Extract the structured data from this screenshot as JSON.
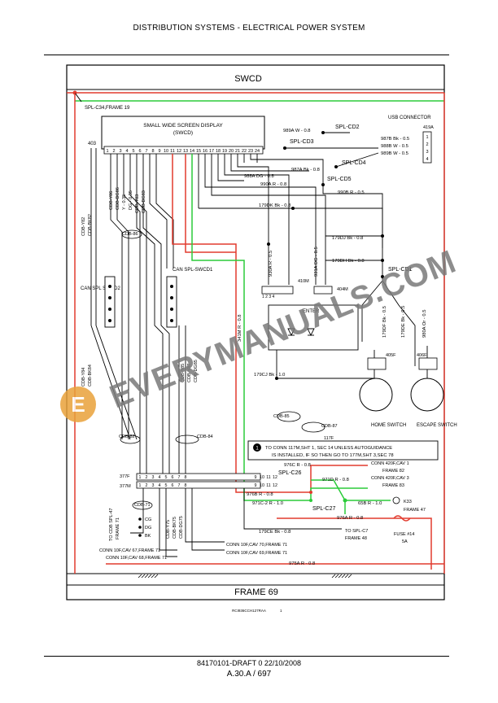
{
  "header": {
    "title": "DISTRIBUTION SYSTEMS - ELECTRICAL POWER SYSTEM"
  },
  "diagram": {
    "top_block": "SWCD",
    "bottom_block": "FRAME 69",
    "display_title": "SMALL WIDE SCREEN DISPLAY",
    "display_sub": "(SWCD)",
    "connector_403": "403",
    "spl_c34": "SPL-C34,FRAME 19",
    "spl_cd2": "SPL-CD2",
    "spl_cd3": "SPL-CD3",
    "spl_cd4": "SPL-CD4",
    "spl_cd5": "SPL-CD5",
    "spl_cd1": "SPL-CD1",
    "spl_c26": "SPL-C26",
    "spl_c27": "SPL-C27",
    "usb_connector": "USB CONNECTOR",
    "usb_id": "419A",
    "usb_pins": [
      "1",
      "2",
      "3",
      "4"
    ],
    "wire_989a": "989A  W - 0.8",
    "wire_987a": "987A  Bk - 0.8",
    "wire_987b": "987B  Bk - 0.5",
    "wire_988b": "988B  W - 0.5",
    "wire_989b": "989B  W - 0.5",
    "wire_988a": "988A  DG - 0.8",
    "wire_990a": "990A  R - 0.8",
    "wire_990b": "990B  R - 0.5",
    "wire_179dk": "179DK  Bk - 0.8",
    "wire_179dj": "179DJ  Bk - 0.8",
    "wire_179dh": "179DH  Bk - 0.8",
    "wire_179cj": "179CJ  Bk - 1.0",
    "wire_930a": "930A  R - 0.5",
    "wire_931a": "931A  DG - 0.5",
    "wire_179df": "179DF  Bk - 0.5",
    "wire_179de": "179DE  Bk - 0.5",
    "wire_980a": "980A  Or - 0.5",
    "wire_341m": "341M  R - 0.8",
    "wire_976c": "976C  R - 0.8",
    "wire_971d": "971D  R - 0.8",
    "wire_976b": "976B  R - 0.8",
    "wire_971c2": "971C-2  R - 1.0",
    "wire_65b": "65B  R - 1.0",
    "wire_976a": "976A  R - 0.8",
    "wire_179ce": "179CE  Bk - 0.8",
    "wire_975a": "975A  R - 0.8",
    "conn_410m": "410M",
    "conn_404m": "404M",
    "conn_405f": "405F",
    "conn_406f": "406F",
    "conn_117f": "117F",
    "conn_377f": "377F",
    "conn_377m": "377M",
    "home_switch": "HOME SWITCH",
    "escape_switch": "ESCAPE SWITCH",
    "enter": "ENTER",
    "can_spl_swcd1": "CAN SPL-SWCD1",
    "can_spl_swcd2": "CAN SPL SWCD2",
    "cdb_86": "CDB-86",
    "cdb_85": "CDB-85",
    "cdb_87": "CDB-87",
    "cdb_82": "CDB-82",
    "cdb_84": "CDB-84",
    "cdb_71": "CDB-71",
    "note_number": "1",
    "note_line1": "TO CONN 117M,SHT 1, SEC 14 UNLESS AUTOGUIDANCE",
    "note_line2": "IS INSTALLED, IF SO THEN GO TO 177M,SHT 3,SEC 78",
    "conn_420f_cav1": "CONN 420F,CAV 1",
    "frame_82": "FRAME 82",
    "conn_420f_cav3": "CONN 420F,CAV 3",
    "frame_83": "FRAME 83",
    "k33": "K33",
    "frame_47": "FRAME 47",
    "to_spl_c7": "TO SPL-C7",
    "frame_48": "FRAME 48",
    "fuse": "FUSE #14",
    "fuse_rating": "5A",
    "to_cdb_spl47": "TO CDB SPL-47",
    "frame_71_a": "FRAME 71",
    "conn_10f_cav67": "CONN 10F,CAV 67,FRAME 71",
    "conn_10f_cav68": "CONN 10F,CAV 68,FRAME 71",
    "conn_10f_cav70": "CONN 10F,CAV 70,FRAME 71",
    "conn_10f_cav69": "CONN 10F,CAV 69,FRAME 71",
    "code_ref": "RCI936CCH127RAA",
    "code_ref_page": "1",
    "watermark": "EVERYMANUALS.COM",
    "watermark_e": "E",
    "display_pins": [
      "1",
      "2",
      "3",
      "4",
      "5",
      "6",
      "7",
      "8",
      "9",
      "10",
      "11",
      "12",
      "13",
      "14",
      "15",
      "16",
      "17",
      "18",
      "19",
      "20",
      "21",
      "22",
      "23",
      "24"
    ],
    "bottom_pins": [
      "1",
      "2",
      "3",
      "4",
      "5",
      "6",
      "7",
      "8",
      "9",
      "10",
      "11",
      "12"
    ],
    "vert_labels": [
      "CDB-Y86",
      "CDB-DG86",
      "Y - 0.35",
      "DG - 0.35",
      "CDB-Y83",
      "CDB-DG83",
      "CDB-Y82",
      "CDB-BK82",
      "CDB-Y84",
      "CDB-BK84",
      "CDB-Y85",
      "CDB-Y87",
      "CDB-DG85",
      "CDB-Y75",
      "CDB-BK75",
      "CDB-DG75"
    ],
    "pin_labels_side": [
      "CG",
      "DG",
      "BK"
    ],
    "colors": {
      "red": "#e23b2e",
      "green": "#2bcc3a",
      "wm_orange": "#e9a23a",
      "wm_gray": "#7a7a7a"
    }
  },
  "footer": {
    "doc": "84170101-DRAFT 0 22/10/2008",
    "page": "A.30.A / 697"
  }
}
